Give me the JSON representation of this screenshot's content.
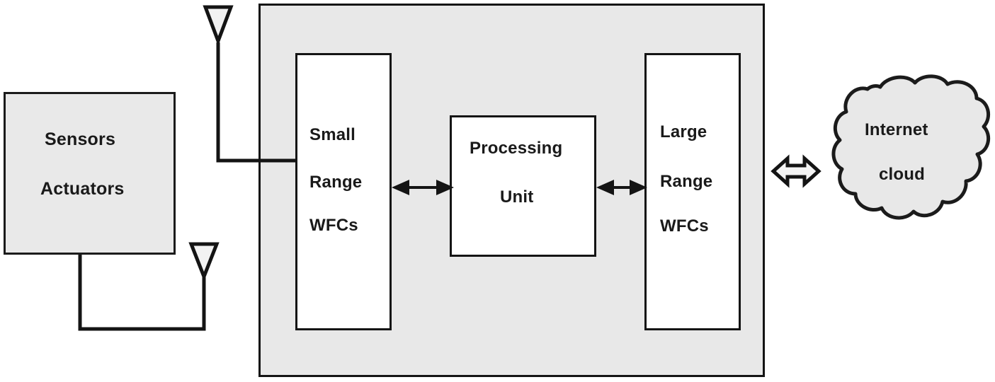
{
  "diagram": {
    "title": "IoT node architecture block diagram",
    "background": "#ffffff",
    "colors": {
      "node_fill_gray": "#e9e9e9",
      "container_fill_gray": "#e8e8e8",
      "box_fill_white": "#ffffff",
      "stroke": "#141414",
      "text": "#1a1a1a"
    },
    "nodes": {
      "sensors": {
        "name": "sensors-actuators-box",
        "line1": "Sensors",
        "line2": "Actuators"
      },
      "small_wfc": {
        "name": "small-range-wfcs-box",
        "line1": "Small",
        "line2": "Range",
        "line3": "WFCs"
      },
      "processing": {
        "name": "processing-unit-box",
        "line1": "Processing",
        "line2": "Unit"
      },
      "large_wfc": {
        "name": "large-range-wfcs-box",
        "line1": "Large",
        "line2": "Range",
        "line3": "WFCs"
      },
      "cloud": {
        "name": "internet-cloud",
        "line1": "Internet",
        "line2": "cloud"
      }
    },
    "icons": [
      {
        "name": "antenna-icon-top",
        "shape": "inverted-triangle-with-stem"
      },
      {
        "name": "antenna-icon-bottom",
        "shape": "inverted-triangle-with-stem"
      }
    ],
    "connectors": [
      {
        "name": "connector-sensors-to-top-antenna",
        "style": "solid-line",
        "arrowheads": "none"
      },
      {
        "name": "connector-sensors-to-bottom-antenna",
        "style": "solid-line",
        "arrowheads": "none"
      },
      {
        "name": "connector-small-wfc-to-processing",
        "style": "double-headed-arrow",
        "arrowheads": "both"
      },
      {
        "name": "connector-processing-to-large-wfc",
        "style": "double-headed-arrow",
        "arrowheads": "both"
      },
      {
        "name": "connector-device-to-cloud",
        "style": "hollow-block-double-arrow",
        "arrowheads": "both"
      }
    ]
  }
}
